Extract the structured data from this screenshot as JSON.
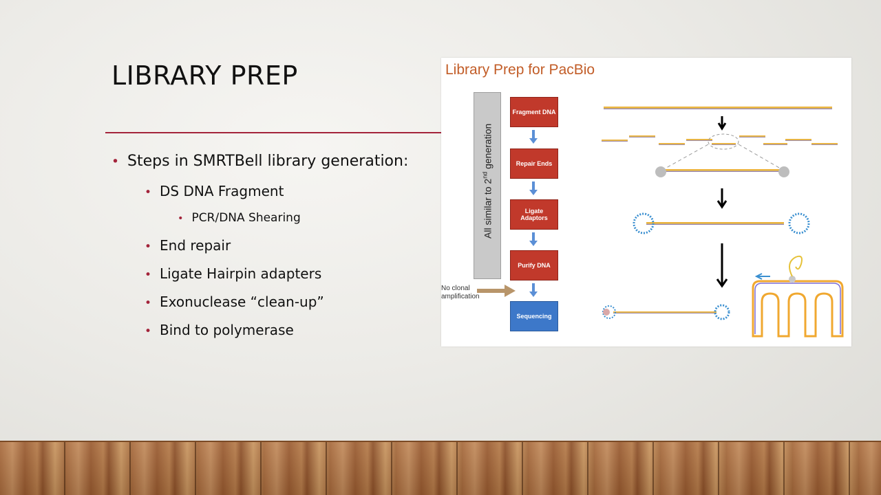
{
  "slide": {
    "title": "LIBRARY PREP",
    "bullets": [
      {
        "level": 1,
        "text": "Steps in SMRTBell library generation:"
      },
      {
        "level": 2,
        "text": "DS DNA Fragment"
      },
      {
        "level": 3,
        "text": "PCR/DNA Shearing"
      },
      {
        "level": 2,
        "text": "End repair"
      },
      {
        "level": 2,
        "text": "Ligate Hairpin adapters"
      },
      {
        "level": 2,
        "text": "Exonuclease “clean-up”"
      },
      {
        "level": 2,
        "text": "Bind to polymerase"
      }
    ],
    "accent_color": "#a3233a"
  },
  "figure": {
    "title": "Library Prep for PacBio",
    "side_label_prefix": "All similar to 2",
    "side_label_sup": "nd",
    "side_label_suffix": " generation",
    "steps": [
      "Fragment DNA",
      "Repair Ends",
      "Ligate Adaptors",
      "Purify DNA",
      "Sequencing"
    ],
    "note": "No clonal\namplification",
    "colors": {
      "title": "#c25d28",
      "step": "#c1392b",
      "final_step": "#3d78c9",
      "arrow": "#5b8fd6",
      "note_arrow": "#b8956a"
    }
  }
}
